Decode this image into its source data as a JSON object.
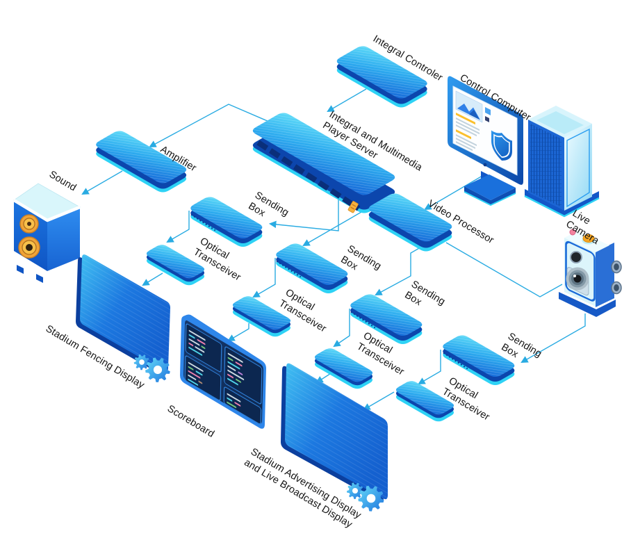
{
  "diagram": {
    "nodes": [
      {
        "id": "integral-controller",
        "label": "Integral Controler"
      },
      {
        "id": "control-computer",
        "label": "Control Computer"
      },
      {
        "id": "player-server",
        "label": "Integral and Multimedia\nPlayer Server"
      },
      {
        "id": "amplifier",
        "label": "Amplifier"
      },
      {
        "id": "sound",
        "label": "Sound"
      },
      {
        "id": "video-processor",
        "label": "Video Processor"
      },
      {
        "id": "sending-box-1",
        "label": "Sending\nBox"
      },
      {
        "id": "sending-box-2",
        "label": "Sending\nBox"
      },
      {
        "id": "sending-box-3",
        "label": "Sending\nBox"
      },
      {
        "id": "sending-box-4",
        "label": "Sending\nBox"
      },
      {
        "id": "optical-transceiver-1",
        "label": "Optical\nTransceiver"
      },
      {
        "id": "optical-transceiver-2",
        "label": "Optical\nTransceiver"
      },
      {
        "id": "optical-transceiver-3",
        "label": "Optical\nTransceiver"
      },
      {
        "id": "optical-transceiver-4",
        "label": "Optical\nTransceiver"
      },
      {
        "id": "live-camera",
        "label": "Live Camera"
      },
      {
        "id": "stadium-fencing-display",
        "label": "Stadium Fencing Display"
      },
      {
        "id": "scoreboard",
        "label": "Scoreboard"
      },
      {
        "id": "advertising-display",
        "label": "Stadium Advertising Display\nand Live Broadcast Display"
      }
    ],
    "connections": [
      {
        "from": "integral-controller",
        "to": "player-server",
        "arrow": true
      },
      {
        "from": "player-server",
        "to": "amplifier",
        "arrow": true
      },
      {
        "from": "amplifier",
        "to": "sound",
        "arrow": true
      },
      {
        "from": "control-computer",
        "to": "video-processor",
        "arrow": true
      },
      {
        "from": "player-server",
        "to": "video-processor",
        "arrow": false
      },
      {
        "from": "player-server",
        "to": "sending-box-1",
        "arrow": true
      },
      {
        "from": "video-processor",
        "to": "sending-box-2",
        "arrow": true
      },
      {
        "from": "video-processor",
        "to": "sending-box-3",
        "arrow": true
      },
      {
        "from": "video-processor",
        "to": "live-camera",
        "arrow": false
      },
      {
        "from": "live-camera",
        "to": "sending-box-4",
        "arrow": true
      },
      {
        "from": "sending-box-1",
        "to": "optical-transceiver-1",
        "arrow": true
      },
      {
        "from": "sending-box-2",
        "to": "optical-transceiver-2",
        "arrow": true
      },
      {
        "from": "sending-box-3",
        "to": "optical-transceiver-3",
        "arrow": true
      },
      {
        "from": "sending-box-4",
        "to": "optical-transceiver-4",
        "arrow": true
      },
      {
        "from": "optical-transceiver-1",
        "to": "stadium-fencing-display",
        "arrow": true
      },
      {
        "from": "optical-transceiver-2",
        "to": "scoreboard",
        "arrow": true
      },
      {
        "from": "optical-transceiver-3",
        "to": "advertising-display",
        "arrow": true
      },
      {
        "from": "optical-transceiver-4",
        "to": "advertising-display",
        "arrow": true
      }
    ],
    "colors": {
      "connector": "#29abe2",
      "device_top_light": "#5fdcf8",
      "device_top_dark": "#1668d8",
      "device_rim_cyan": "#2ed2f5",
      "device_band_navy": "#0c46ad",
      "panel_blue": "#1c78e0",
      "scoreboard_navy": "#0e2b5c",
      "accent_orange": "#f5a623",
      "speaker_orange": "#f0a437",
      "label_text": "#141414"
    },
    "icons": [
      "gear-icon",
      "shield-icon",
      "camera-lens-icon",
      "speaker-cone-icon"
    ]
  }
}
